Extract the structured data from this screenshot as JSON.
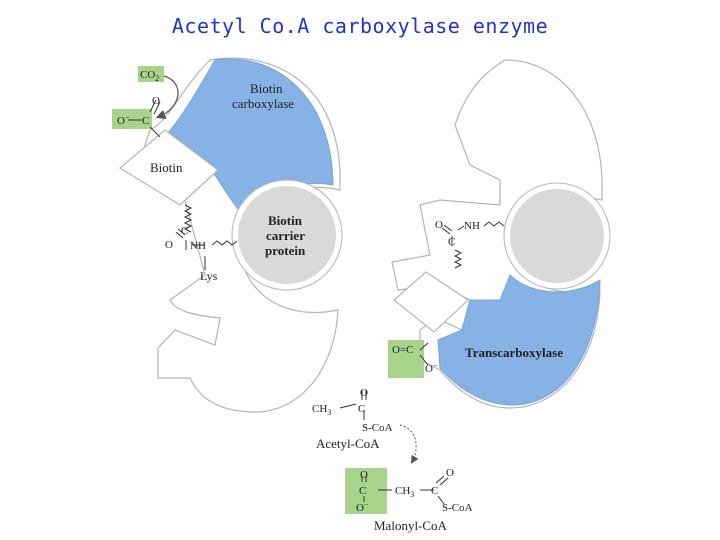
{
  "title": "Acetyl Co.A carboxylase enzyme",
  "colors": {
    "title": "#2233cc",
    "enzyme_domain": "#86b2e6",
    "carrier_protein": "#d9d9d9",
    "co2_highlight": "#a7d48a",
    "outline": "#b4b4b4",
    "bond": "#333333"
  },
  "labels": {
    "biotin_carboxylase_1": "Biotin",
    "biotin_carboxylase_2": "carboxylase",
    "biotin": "Biotin",
    "carrier_1": "Biotin",
    "carrier_2": "carrier",
    "carrier_3": "protein",
    "lys": "Lys",
    "transcarboxylase": "Transcarboxylase"
  },
  "chem": {
    "co2": "CO",
    "co2_sub": "2",
    "o_minus": "O",
    "carbon": "C",
    "oxygen": "O",
    "o_eq_c": "O=C",
    "nh": "NH",
    "ch3": "CH",
    "ch3_sub": "3",
    "s_coa": "S-CoA",
    "acetyl_coa": "Acetyl-CoA",
    "malonyl_coa": "Malonyl-CoA"
  }
}
